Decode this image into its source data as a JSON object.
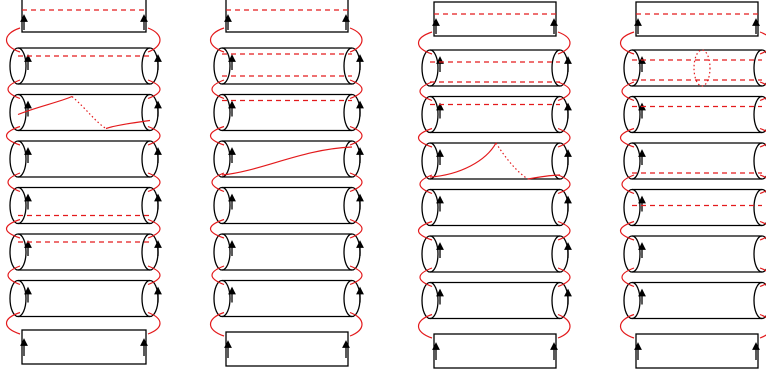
{
  "figure": {
    "description": "",
    "columns": [
      {
        "id": "col-1",
        "cylinders": 6,
        "caps": [
          "top-rect",
          "bottom-rect"
        ]
      },
      {
        "id": "col-2",
        "cylinders": 6,
        "caps": [
          "top-rect",
          "bottom-rect"
        ]
      },
      {
        "id": "col-3",
        "cylinders": 6,
        "caps": [
          "top-rect",
          "bottom-rect"
        ]
      },
      {
        "id": "col-4",
        "cylinders": 6,
        "caps": [
          "top-rect",
          "bottom-rect"
        ]
      }
    ],
    "colors": {
      "ink": "#000000",
      "accent": "#e31a1c"
    }
  }
}
